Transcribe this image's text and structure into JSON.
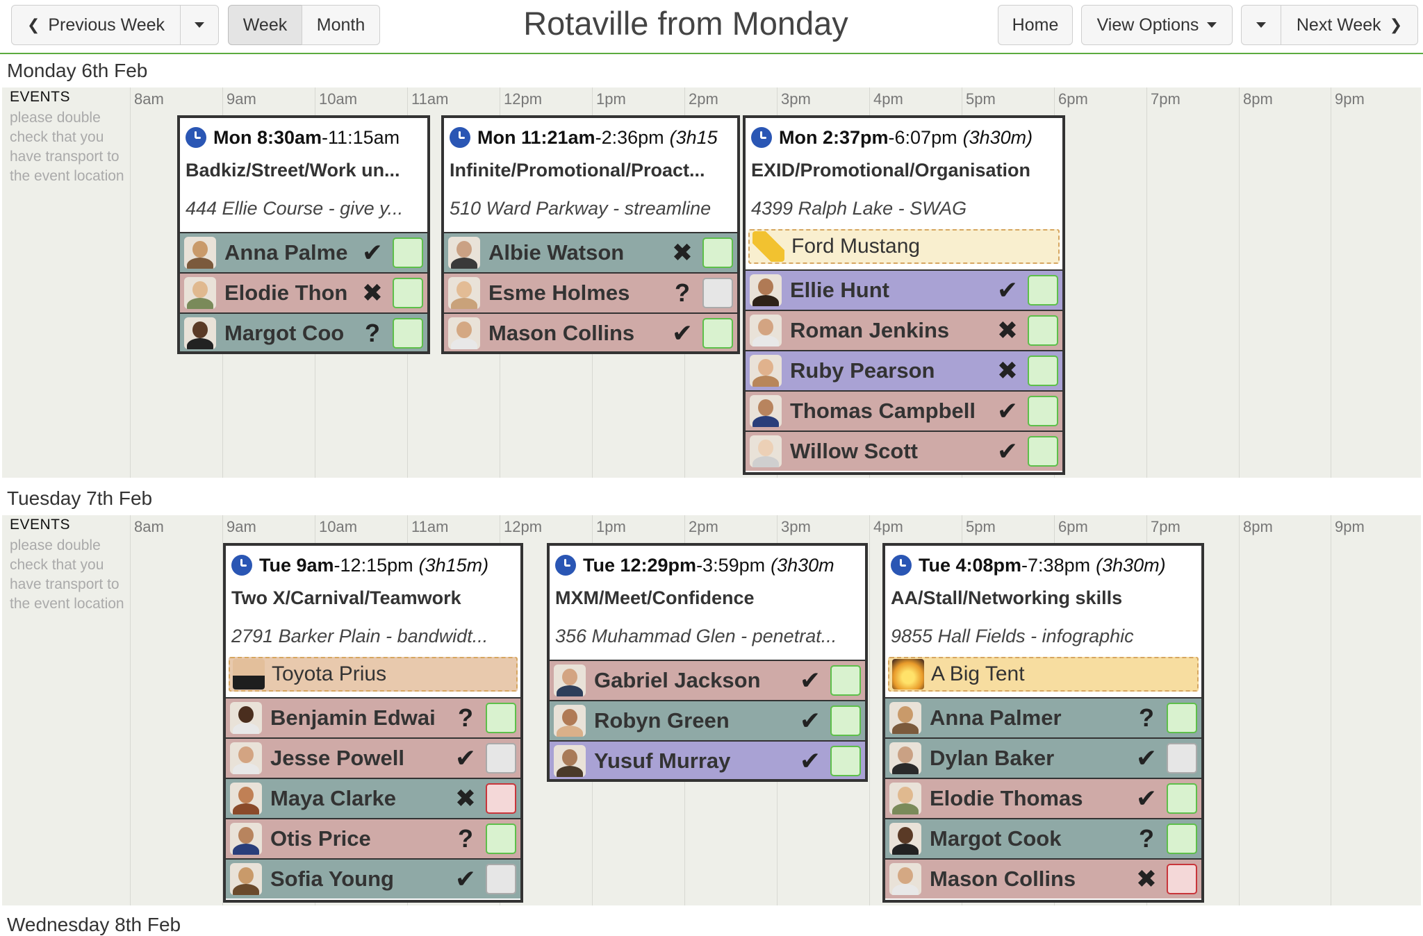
{
  "toolbar": {
    "prev_week": "Previous Week",
    "week": "Week",
    "month": "Month",
    "home": "Home",
    "view_options": "View Options",
    "next_week": "Next Week"
  },
  "page_title": "Rotaville from Monday",
  "hours": [
    "8am",
    "9am",
    "10am",
    "11am",
    "12pm",
    "1pm",
    "2pm",
    "3pm",
    "4pm",
    "5pm",
    "6pm",
    "7pm",
    "8pm",
    "9pm"
  ],
  "events_label": "EVENTS",
  "events_note": "please double check that you have transport to the event location",
  "days": [
    {
      "title": "Monday 6th Feb",
      "events": [
        {
          "time_start": "Mon 8:30am",
          "time_end": "-11:15am",
          "duration": "",
          "title": "Badkiz/Street/Work un...",
          "location": "444 Ellie Course - give y...",
          "resource": null,
          "people": [
            {
              "name": "Anna Palme",
              "status": "✔",
              "box": "green",
              "bg": "teal",
              "skin": "#c99a6a",
              "shirt": "#7b5a3c"
            },
            {
              "name": "Elodie Thon",
              "status": "✖",
              "box": "green",
              "bg": "pink",
              "skin": "#e0b98f",
              "shirt": "#7a8a5a"
            },
            {
              "name": "Margot Coo",
              "status": "?",
              "box": "green",
              "bg": "teal",
              "skin": "#5a3a26",
              "shirt": "#222222"
            }
          ]
        },
        {
          "time_start": "Mon 11:21am",
          "time_end": "-2:36pm",
          "duration": "(3h15",
          "title": "Infinite/Promotional/Proact...",
          "location": "510 Ward Parkway - streamline",
          "resource": null,
          "people": [
            {
              "name": "Albie Watson",
              "status": "✖",
              "box": "green",
              "bg": "teal",
              "skin": "#caa184",
              "shirt": "#3a3a3a"
            },
            {
              "name": "Esme Holmes",
              "status": "?",
              "box": "grey",
              "bg": "pink",
              "skin": "#e3bc95",
              "shirt": "#c9a27a"
            },
            {
              "name": "Mason Collins",
              "status": "✔",
              "box": "green",
              "bg": "pink",
              "skin": "#d4a883",
              "shirt": "#e8e8e8"
            }
          ]
        },
        {
          "time_start": "Mon 2:37pm",
          "time_end": "-6:07pm",
          "duration": "(3h30m)",
          "title": "EXID/Promotional/Organisation",
          "location": "4399 Ralph Lake - SWAG",
          "resource": {
            "name": "Ford Mustang",
            "icon": "pedestrian-sign-icon",
            "color": "#f9efcf"
          },
          "people": [
            {
              "name": "Ellie Hunt",
              "status": "✔",
              "box": "green",
              "bg": "lav",
              "skin": "#b07a55",
              "shirt": "#2e2218"
            },
            {
              "name": "Roman Jenkins",
              "status": "✖",
              "box": "green",
              "bg": "pink",
              "skin": "#d3a482",
              "shirt": "#e8e8e8"
            },
            {
              "name": "Ruby Pearson",
              "status": "✖",
              "box": "green",
              "bg": "lav",
              "skin": "#e0b28d",
              "shirt": "#b8865a"
            },
            {
              "name": "Thomas Campbell",
              "status": "✔",
              "box": "green",
              "bg": "pink",
              "skin": "#b8845e",
              "shirt": "#2a3e7a"
            },
            {
              "name": "Willow Scott",
              "status": "✔",
              "box": "green",
              "bg": "pink",
              "skin": "#ecd0b6",
              "shirt": "#cfcfcf"
            }
          ]
        }
      ]
    },
    {
      "title": "Tuesday 7th Feb",
      "events": [
        {
          "time_start": "Tue 9am",
          "time_end": "-12:15pm",
          "duration": "(3h15m)",
          "title": "Two X/Carnival/Teamwork",
          "location": "2791 Barker Plain - bandwidt...",
          "resource": {
            "name": "Toyota Prius",
            "icon": "cityscape-icon",
            "color": "#e8c9ad"
          },
          "people": [
            {
              "name": "Benjamin Edwai",
              "status": "?",
              "box": "green",
              "bg": "pink",
              "skin": "#4a2e1e",
              "shirt": "#e8e8e8"
            },
            {
              "name": "Jesse Powell",
              "status": "✔",
              "box": "grey",
              "bg": "pink",
              "skin": "#d3a482",
              "shirt": "#e8e8e8"
            },
            {
              "name": "Maya Clarke",
              "status": "✖",
              "box": "red",
              "bg": "teal",
              "skin": "#c08055",
              "shirt": "#8a4a2a"
            },
            {
              "name": "Otis Price",
              "status": "?",
              "box": "green",
              "bg": "pink",
              "skin": "#b8845e",
              "shirt": "#2a3e7a"
            },
            {
              "name": "Sofia Young",
              "status": "✔",
              "box": "grey",
              "bg": "teal",
              "skin": "#c99a6a",
              "shirt": "#6a4a2c"
            }
          ]
        },
        {
          "time_start": "Tue 12:29pm",
          "time_end": "-3:59pm",
          "duration": "(3h30m",
          "title": "MXM/Meet/Confidence",
          "location": "356 Muhammad Glen - penetrat...",
          "resource": null,
          "people": [
            {
              "name": "Gabriel Jackson",
              "status": "✔",
              "box": "green",
              "bg": "pink",
              "skin": "#d3a482",
              "shirt": "#2e3e5a"
            },
            {
              "name": "Robyn Green",
              "status": "✔",
              "box": "green",
              "bg": "teal",
              "skin": "#b07a55",
              "shirt": "#d9b08a"
            },
            {
              "name": "Yusuf Murray",
              "status": "✔",
              "box": "green",
              "bg": "lav",
              "skin": "#a87a58",
              "shirt": "#4a3a2a"
            }
          ]
        },
        {
          "time_start": "Tue 4:08pm",
          "time_end": "-7:38pm",
          "duration": "(3h30m)",
          "title": "AA/Stall/Networking skills",
          "location": "9855 Hall Fields - infographic",
          "resource": {
            "name": "A Big Tent",
            "icon": "sunset-icon",
            "color": "#f7dda0"
          },
          "people": [
            {
              "name": "Anna Palmer",
              "status": "?",
              "box": "green",
              "bg": "teal",
              "skin": "#c99a6a",
              "shirt": "#7b5a3c"
            },
            {
              "name": "Dylan Baker",
              "status": "✔",
              "box": "grey",
              "bg": "teal",
              "skin": "#caa184",
              "shirt": "#2a2a2a"
            },
            {
              "name": "Elodie Thomas",
              "status": "✔",
              "box": "green",
              "bg": "pink",
              "skin": "#e0b98f",
              "shirt": "#7a8a5a"
            },
            {
              "name": "Margot Cook",
              "status": "?",
              "box": "green",
              "bg": "teal",
              "skin": "#5a3a26",
              "shirt": "#222222"
            },
            {
              "name": "Mason Collins",
              "status": "✖",
              "box": "red",
              "bg": "pink",
              "skin": "#d4a883",
              "shirt": "#e8e8e8"
            }
          ]
        }
      ]
    }
  ],
  "next_day_title": "Wednesday 8th Feb"
}
